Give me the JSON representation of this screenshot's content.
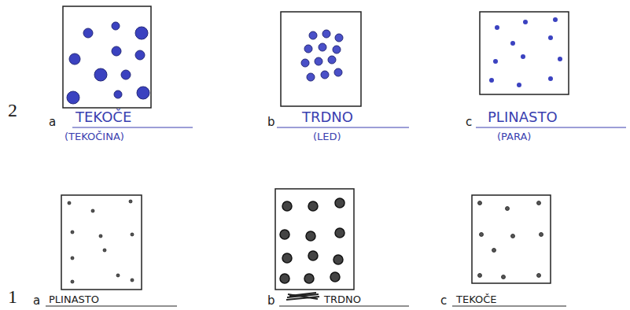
{
  "diagram": {
    "labels": [
      "2",
      "a",
      "TEKOČE",
      "(TEKOČINA)",
      "b",
      "TRDNO",
      "(LED)",
      "c",
      "PLINASTO",
      "(PARA)",
      "1",
      "a",
      "PLINASTO",
      "b",
      "TRDNO",
      "c",
      "TEKOČE"
    ]
  }
}
